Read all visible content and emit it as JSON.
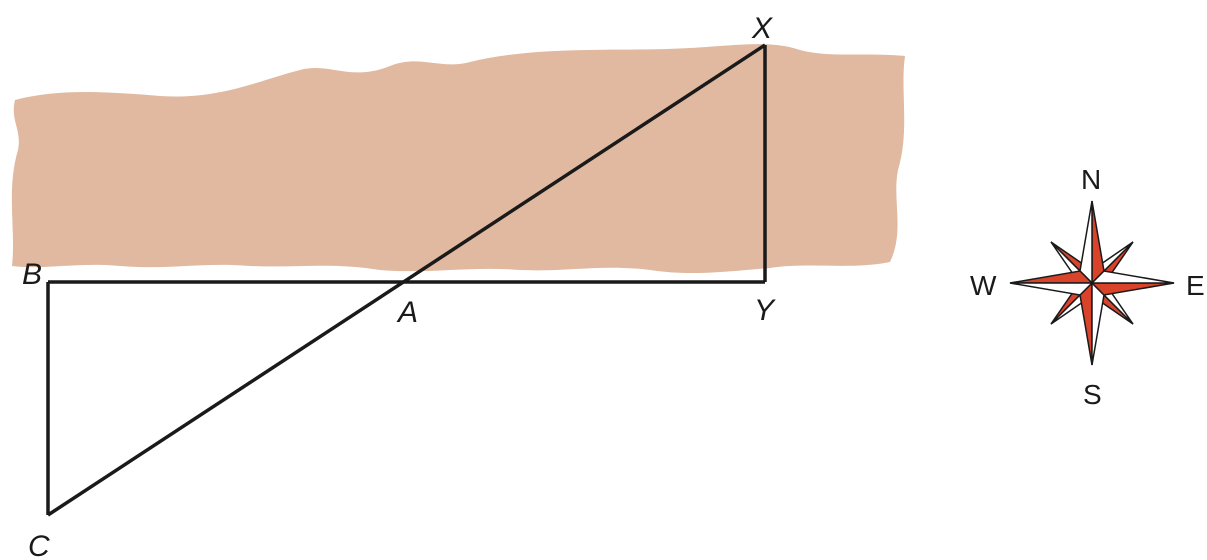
{
  "diagram": {
    "points": {
      "X": "X",
      "Y": "Y",
      "A": "A",
      "B": "B",
      "C": "C"
    },
    "compass": {
      "north": "N",
      "south": "S",
      "east": "E",
      "west": "W"
    },
    "colors": {
      "river": "#e0b9a0",
      "lines": "#1a1a1a",
      "compass_fill": "#d8432a"
    }
  }
}
